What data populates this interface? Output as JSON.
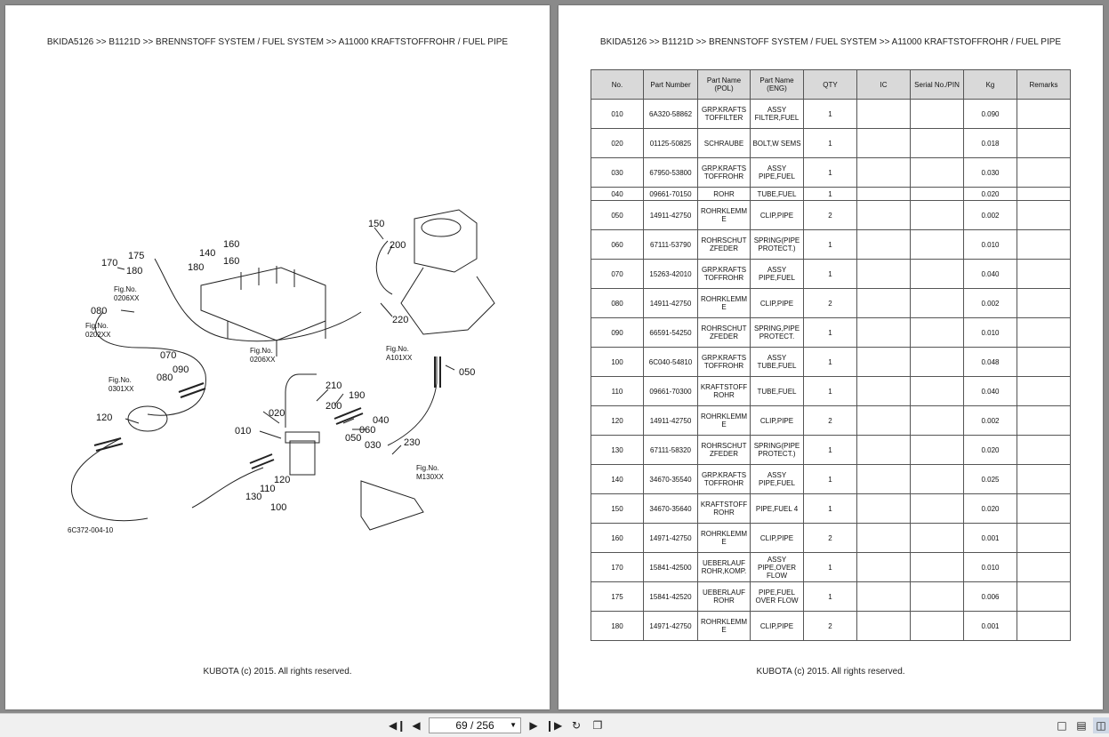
{
  "header": {
    "breadcrumb": "BKIDA5126 >> B1121D >> BRENNSTOFF SYSTEM / FUEL SYSTEM >> A11000   KRAFTSTOFFROHR / FUEL PIPE"
  },
  "footer": {
    "copyright": "KUBOTA (c) 2015. All rights reserved."
  },
  "diagram": {
    "code": "6C372-004-10",
    "callouts": [
      "010",
      "020",
      "030",
      "040",
      "050",
      "060",
      "070",
      "080",
      "090",
      "100",
      "110",
      "120",
      "130",
      "140",
      "150",
      "160",
      "170",
      "175",
      "180",
      "190",
      "200",
      "210",
      "220",
      "230"
    ],
    "fig_refs": {
      "f0206a": "Fig.No.",
      "f0206a_code": "0206XX",
      "f0202": "Fig.No.",
      "f0202_code": "0202XX",
      "f0206b": "Fig.No.",
      "f0206b_code": "0206XX",
      "fa101": "Fig.No.",
      "fa101_code": "A101XX",
      "f0301": "Fig.No.",
      "f0301_code": "0301XX",
      "fm130": "Fig.No.",
      "fm130_code": "M130XX"
    }
  },
  "table": {
    "headers": [
      "No.",
      "Part Number",
      "Part Name\n(POL)",
      "Part Name\n(ENG)",
      "QTY",
      "IC",
      "Serial No./PIN",
      "Kg",
      "Remarks"
    ],
    "rows": [
      {
        "no": "010",
        "pn": "6A320-58862",
        "pol": "GRP.KRAFTS TOFFILTER",
        "eng": "ASSY FILTER,FUEL",
        "qty": "1",
        "kg": "0.090"
      },
      {
        "no": "020",
        "pn": "01125-50825",
        "pol": "SCHRAUBE",
        "eng": "BOLT,W SEMS",
        "qty": "1",
        "kg": "0.018"
      },
      {
        "no": "030",
        "pn": "67950-53800",
        "pol": "GRP.KRAFTS TOFFROHR",
        "eng": "ASSY PIPE,FUEL",
        "qty": "1",
        "kg": "0.030"
      },
      {
        "no": "040",
        "pn": "09661-70150",
        "pol": "ROHR",
        "eng": "TUBE,FUEL",
        "qty": "1",
        "kg": "0.020"
      },
      {
        "no": "050",
        "pn": "14911-42750",
        "pol": "ROHRKLEMM E",
        "eng": "CLIP,PIPE",
        "qty": "2",
        "kg": "0.002"
      },
      {
        "no": "060",
        "pn": "67111-53790",
        "pol": "ROHRSCHUT ZFEDER",
        "eng": "SPRING(PIPE PROTECT.)",
        "qty": "1",
        "kg": "0.010"
      },
      {
        "no": "070",
        "pn": "15263-42010",
        "pol": "GRP.KRAFTS TOFFROHR",
        "eng": "ASSY PIPE,FUEL",
        "qty": "1",
        "kg": "0.040"
      },
      {
        "no": "080",
        "pn": "14911-42750",
        "pol": "ROHRKLEMM E",
        "eng": "CLIP,PIPE",
        "qty": "2",
        "kg": "0.002"
      },
      {
        "no": "090",
        "pn": "66591-54250",
        "pol": "ROHRSCHUT ZFEDER",
        "eng": "SPRING,PIPE PROTECT.",
        "qty": "1",
        "kg": "0.010"
      },
      {
        "no": "100",
        "pn": "6C040-54810",
        "pol": "GRP.KRAFTS TOFFROHR",
        "eng": "ASSY TUBE,FUEL",
        "qty": "1",
        "kg": "0.048"
      },
      {
        "no": "110",
        "pn": "09661-70300",
        "pol": "KRAFTSTOFF ROHR",
        "eng": "TUBE,FUEL",
        "qty": "1",
        "kg": "0.040"
      },
      {
        "no": "120",
        "pn": "14911-42750",
        "pol": "ROHRKLEMM E",
        "eng": "CLIP,PIPE",
        "qty": "2",
        "kg": "0.002"
      },
      {
        "no": "130",
        "pn": "67111-58320",
        "pol": "ROHRSCHUT ZFEDER",
        "eng": "SPRING(PIPE PROTECT.)",
        "qty": "1",
        "kg": "0.020"
      },
      {
        "no": "140",
        "pn": "34670-35540",
        "pol": "GRP.KRAFTS TOFFROHR",
        "eng": "ASSY PIPE,FUEL",
        "qty": "1",
        "kg": "0.025"
      },
      {
        "no": "150",
        "pn": "34670-35640",
        "pol": "KRAFTSTOFF ROHR",
        "eng": "PIPE,FUEL 4",
        "qty": "1",
        "kg": "0.020"
      },
      {
        "no": "160",
        "pn": "14971-42750",
        "pol": "ROHRKLEMM E",
        "eng": "CLIP,PIPE",
        "qty": "2",
        "kg": "0.001"
      },
      {
        "no": "170",
        "pn": "15841-42500",
        "pol": "UEBERLAUF ROHR,KOMP.",
        "eng": "ASSY PIPE,OVER FLOW",
        "qty": "1",
        "kg": "0.010"
      },
      {
        "no": "175",
        "pn": "15841-42520",
        "pol": "UEBERLAUF ROHR",
        "eng": "PIPE,FUEL OVER FLOW",
        "qty": "1",
        "kg": "0.006"
      },
      {
        "no": "180",
        "pn": "14971-42750",
        "pol": "ROHRKLEMM E",
        "eng": "CLIP,PIPE",
        "qty": "2",
        "kg": "0.001"
      }
    ]
  },
  "toolbar": {
    "page_indicator": "69 / 256",
    "icons": [
      "first-page-icon",
      "prev-page-icon",
      "next-page-icon",
      "last-page-icon",
      "rotate-icon",
      "copy-icon",
      "single-page-view-icon",
      "continuous-view-icon",
      "two-page-view-icon"
    ]
  }
}
